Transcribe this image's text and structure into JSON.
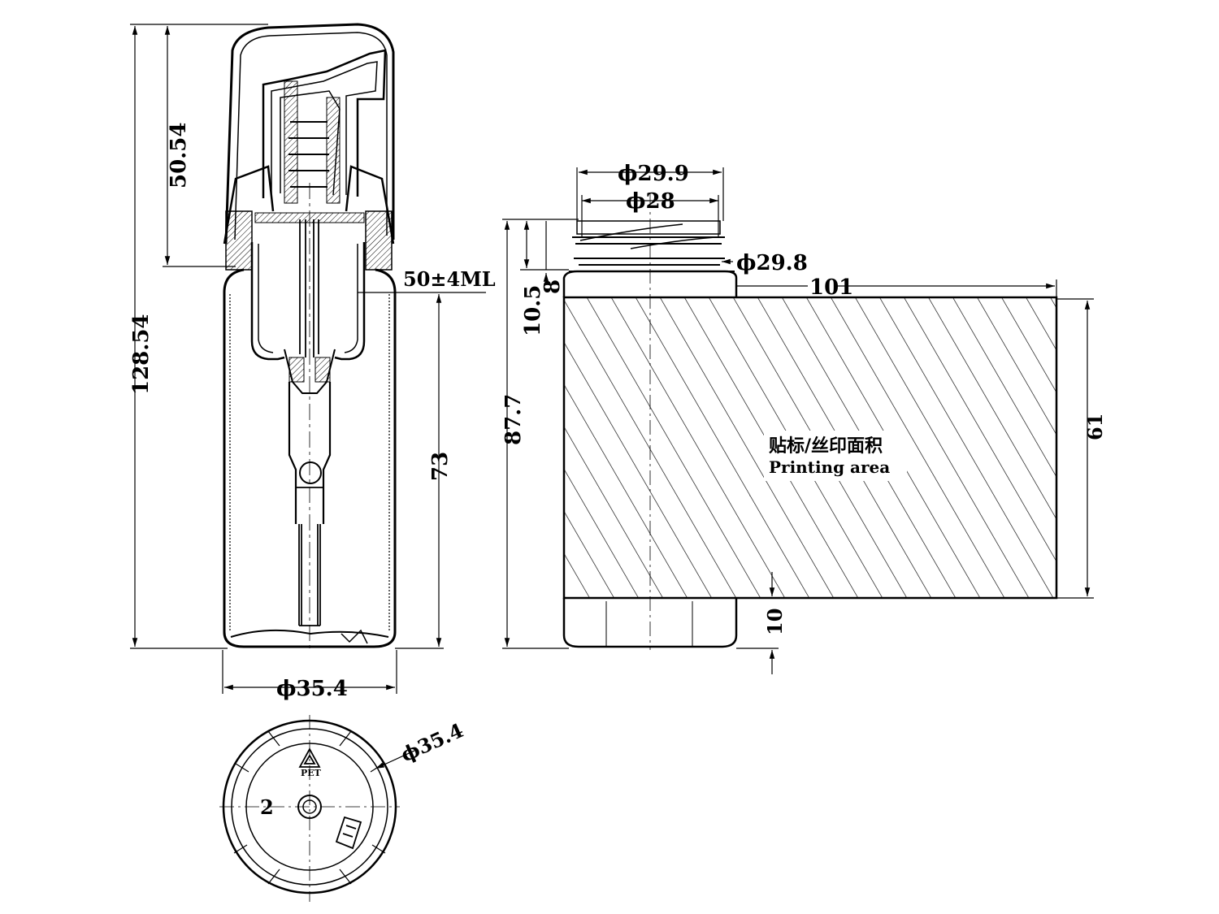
{
  "dimensions": {
    "overall_height": "128.54",
    "pump_height": "50.54",
    "capacity": "50±4ML",
    "bottle_inner_height": "73",
    "body_diameter": "ϕ35.4",
    "base_diameter": "ϕ35.4",
    "neck_outer_diameter": "ϕ29.9",
    "neck_thread_diameter": "ϕ28",
    "neck_base_diameter": "ϕ29.8",
    "neck_height": "10.5",
    "neck_ring_height": "8",
    "bottle_height": "87.7",
    "label_width": "101",
    "label_height": "61",
    "label_bottom_offset": "10"
  },
  "printing_area": {
    "label_cn": "贴标/丝印面积",
    "label_en": "Printing area"
  },
  "base_marks": {
    "material": "PET",
    "cavity_number": "2"
  },
  "icons": [
    "recycle-triangle-icon"
  ]
}
